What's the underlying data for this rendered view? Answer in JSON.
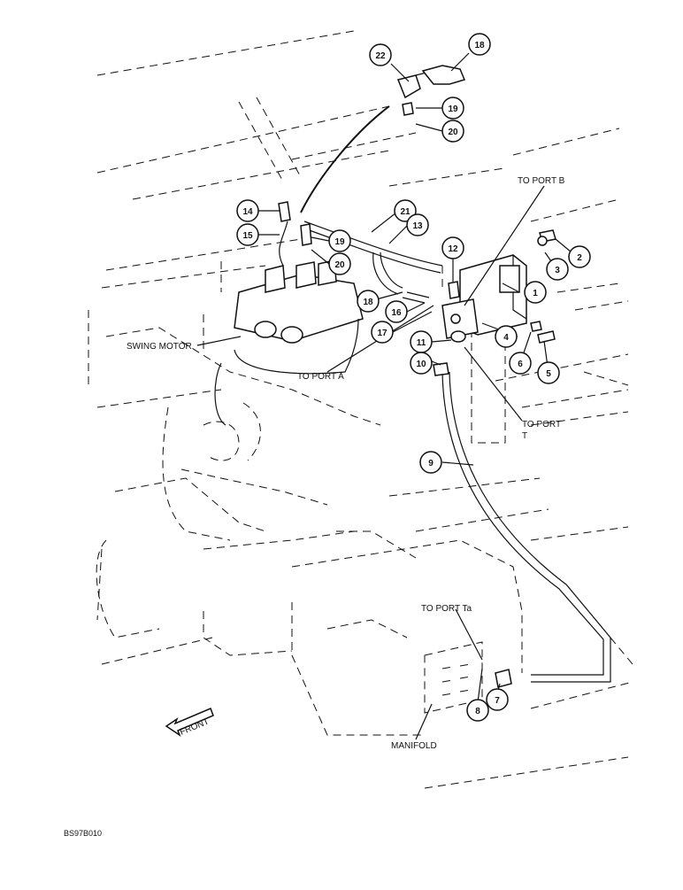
{
  "diagram": {
    "callouts": [
      "1",
      "2",
      "3",
      "4",
      "5",
      "6",
      "7",
      "8",
      "9",
      "10",
      "11",
      "12",
      "13",
      "14",
      "15",
      "16",
      "17",
      "18",
      "19",
      "20",
      "21",
      "22"
    ],
    "labels": {
      "to_port_b": "TO PORT B",
      "swing_motor": "SWING MOTOR",
      "to_port_a": "TO PORT A",
      "to_port_t_line1": "TO PORT",
      "to_port_t_line2": "T",
      "to_port_ta": "TO PORT Ta",
      "manifold": "MANIFOLD",
      "front": "FRONT"
    },
    "figure_code": "BS97B010"
  }
}
